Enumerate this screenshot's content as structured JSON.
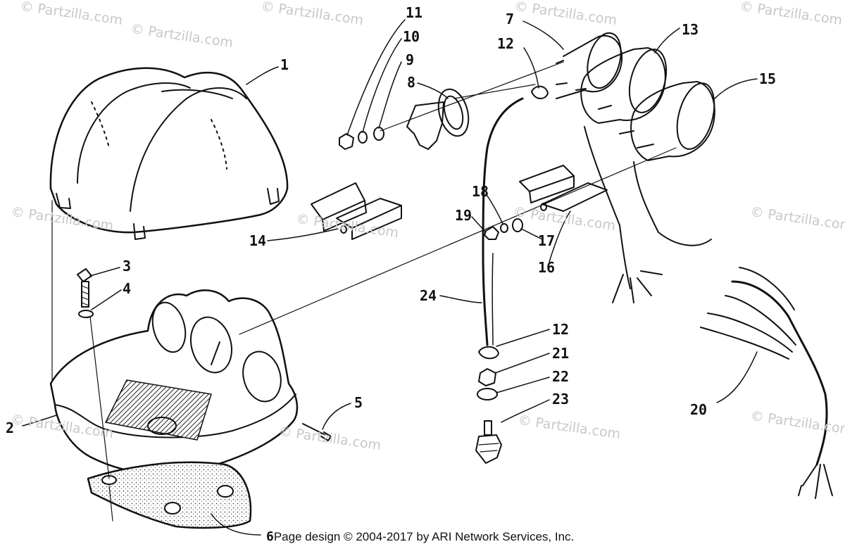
{
  "watermarks": [
    "© Partzilla.com",
    "© Partzilla.com",
    "© Partzilla.com",
    "© Partzilla.com",
    "© Partzilla.com",
    "© Partzilla.com",
    "© Partzilla.com",
    "© Partzilla.com",
    "© Partzilla.com",
    "© Partzilla.com",
    "© Partzilla.com",
    "© Partzilla.com",
    "© Partzilla.com"
  ],
  "callouts": [
    "1",
    "2",
    "3",
    "4",
    "5",
    "7",
    "8",
    "9",
    "10",
    "11",
    "12",
    "13",
    "14",
    "15",
    "16",
    "17",
    "18",
    "19",
    "20",
    "21",
    "22",
    "23",
    "24",
    "12"
  ],
  "footer": {
    "part_number": "6",
    "copyright": "Page design © 2004-2017 by ARI Network Services, Inc."
  },
  "colors": {
    "ink": "#111111",
    "watermark": "#c8c8c8",
    "background": "#ffffff"
  }
}
